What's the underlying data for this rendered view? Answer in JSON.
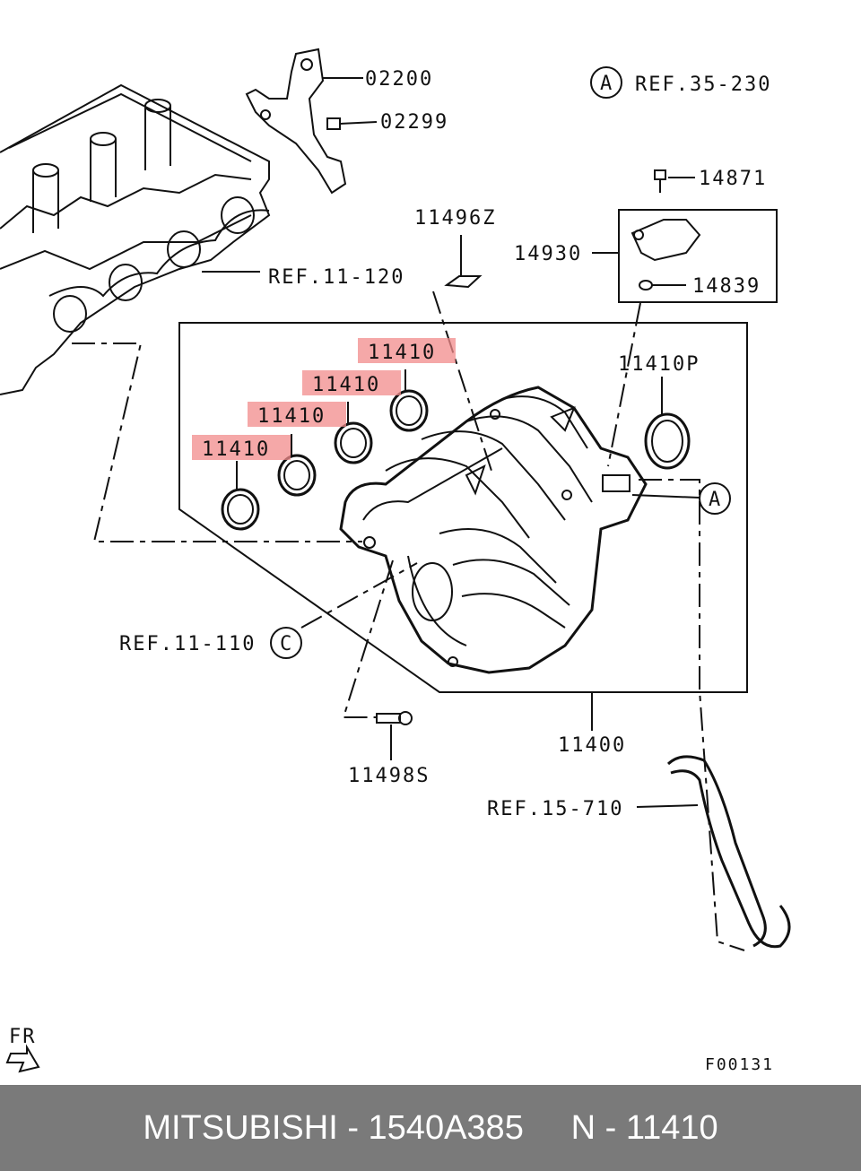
{
  "labels": {
    "p02200": "02200",
    "p02299": "02299",
    "ref35": "REF.35-230",
    "circleA": "A",
    "p14871": "14871",
    "p11496z": "11496Z",
    "p14930": "14930",
    "p14839": "14839",
    "ref11_120": "REF.11-120",
    "p11410": "11410",
    "p11410p": "11410P",
    "ref11_110": "REF.11-110",
    "circleC": "C",
    "p11400": "11400",
    "p11498s": "11498S",
    "ref15_710": "REF.15-710",
    "fr": "FR",
    "code": "F00131"
  },
  "footer": {
    "text": "MITSUBISHI - 1540A385     N - 11410"
  },
  "colors": {
    "highlight": "#f28b8b",
    "footer_bg": "#7a7a7a",
    "footer_text": "#ffffff",
    "line": "#111111"
  },
  "icons": [
    "fr-arrow-icon",
    "circle-a-icon",
    "circle-c-icon"
  ]
}
